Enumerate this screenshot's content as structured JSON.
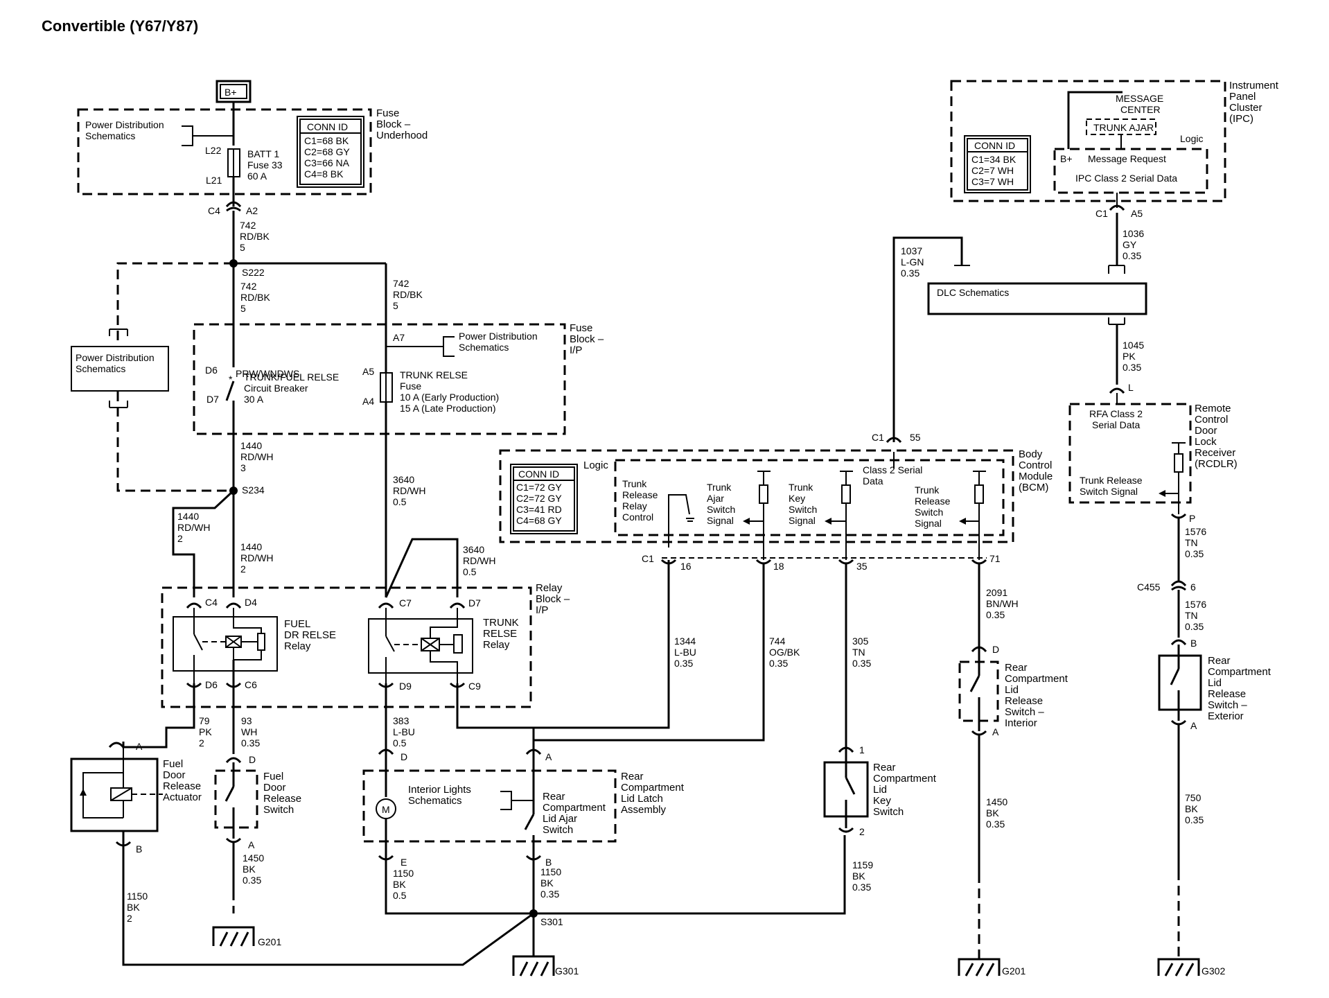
{
  "title": "Convertible (Y67/Y87)",
  "power": {
    "b_plus": "B+"
  },
  "fuse_block_underhood": {
    "label_lines": [
      "Fuse",
      "Block –",
      "Underhood"
    ],
    "ref_lines": [
      "Power Distribution",
      "Schematics"
    ],
    "pin_top": "L22",
    "pin_bottom": "L21",
    "fuse_lines": [
      "BATT 1",
      "Fuse 33",
      "60 A"
    ],
    "conn_title": "CONN ID",
    "conn_lines": [
      "C1=68 BK",
      "C2=68 GY",
      "C3=66 NA",
      "C4=8 BK"
    ],
    "out_left": "C4",
    "out_right": "A2"
  },
  "wire_742_a": [
    "742",
    "RD/BK",
    "5"
  ],
  "splice_s222": "S222",
  "wire_742_b": [
    "742",
    "RD/BK",
    "5"
  ],
  "wire_742_c": [
    "742",
    "RD/BK",
    "5"
  ],
  "pds_side": [
    "Power Distribution",
    "Schematics"
  ],
  "fuse_block_ip": {
    "label_lines": [
      "Fuse",
      "Block –",
      "I/P"
    ],
    "pin_d6": "D6",
    "pin_d7": "D7",
    "cb_lines": [
      "PRW/WNDWS",
      "TRUNK/FUEL RELSE",
      "Circuit Breaker",
      "30 A"
    ],
    "pin_a7": "A7",
    "pin_a5": "A5",
    "pin_a4": "A4",
    "ref_lines": [
      "Power Distribution",
      "Schematics"
    ],
    "fuse_lines": [
      "TRUNK RELSE",
      "Fuse",
      "10 A (Early Production)",
      "15 A (Late Production)"
    ]
  },
  "wire_1440_a": [
    "1440",
    "RD/WH",
    "3"
  ],
  "splice_s234": "S234",
  "wire_1440_b": [
    "1440",
    "RD/WH",
    "2"
  ],
  "wire_1440_c": [
    "1440",
    "RD/WH",
    "2"
  ],
  "wire_3640_a": [
    "3640",
    "RD/WH",
    "0.5"
  ],
  "wire_3640_b": [
    "3640",
    "RD/WH",
    "0.5"
  ],
  "relay_block": {
    "label_lines": [
      "Relay",
      "Block –",
      "I/P"
    ],
    "fuel_relay_lines": [
      "FUEL",
      "DR RELSE",
      "Relay"
    ],
    "trunk_relay_lines": [
      "TRUNK",
      "RELSE",
      "Relay"
    ],
    "pins": {
      "c4": "C4",
      "d4": "D4",
      "d6": "D6",
      "c6": "C6",
      "c7": "C7",
      "d7": "D7",
      "d9": "D9",
      "c9": "C9"
    }
  },
  "wire_79": [
    "79",
    "PK",
    "2"
  ],
  "wire_93": [
    "93",
    "WH",
    "0.35"
  ],
  "wire_383": [
    "383",
    "L-BU",
    "0.5"
  ],
  "fuel_actuator": {
    "lines": [
      "Fuel",
      "Door",
      "Release",
      "Actuator"
    ],
    "pin_a": "A",
    "pin_b": "B"
  },
  "fuel_switch": {
    "lines": [
      "Fuel",
      "Door",
      "Release",
      "Switch"
    ],
    "pin_d": "D",
    "pin_a": "A"
  },
  "wire_1450_a": [
    "1450",
    "BK",
    "0.35"
  ],
  "wire_1150_a": [
    "1150",
    "BK",
    "2"
  ],
  "ground_g201_a": "G201",
  "latch_assembly": {
    "label_lines": [
      "Rear",
      "Compartment",
      "Lid Latch",
      "Assembly"
    ],
    "interior_lines": [
      "Interior Lights",
      "Schematics"
    ],
    "motor": "M",
    "switch_lines": [
      "Rear",
      "Compartment",
      "Lid Ajar",
      "Switch"
    ],
    "pin_d": "D",
    "pin_a": "A",
    "pin_e": "E",
    "pin_b": "B"
  },
  "wire_1150_b": [
    "1150",
    "BK",
    "0.5"
  ],
  "wire_1150_c": [
    "1150",
    "BK",
    "0.35"
  ],
  "splice_s301": "S301",
  "ground_g301": "G301",
  "bcm": {
    "label_lines": [
      "Body",
      "Control",
      "Module",
      "(BCM)"
    ],
    "logic": "Logic",
    "conn_title": "CONN ID",
    "conn_lines": [
      "C1=72 GY",
      "C2=72 GY",
      "C3=41 RD",
      "C4=68 GY"
    ],
    "relay_ctrl_lines": [
      "Trunk",
      "Release",
      "Relay",
      "Control"
    ],
    "ajar_lines": [
      "Trunk",
      "Ajar",
      "Switch",
      "Signal"
    ],
    "key_lines": [
      "Trunk",
      "Key",
      "Switch",
      "Signal"
    ],
    "serial_lines": [
      "Class 2 Serial",
      "Data"
    ],
    "release_lines": [
      "Trunk",
      "Release",
      "Switch",
      "Signal"
    ],
    "pin_c1": "C1",
    "pin_55": "55",
    "pin_c1_bottom": "C1",
    "pin_16": "16",
    "pin_18": "18",
    "pin_35": "35",
    "pin_71": "71"
  },
  "wire_1344": [
    "1344",
    "L-BU",
    "0.35"
  ],
  "wire_744": [
    "744",
    "OG/BK",
    "0.35"
  ],
  "wire_305": [
    "305",
    "TN",
    "0.35"
  ],
  "wire_2091": [
    "2091",
    "BN/WH",
    "0.35"
  ],
  "key_switch": {
    "lines": [
      "Rear",
      "Compartment",
      "Lid",
      "Key",
      "Switch"
    ],
    "pin_1": "1",
    "pin_2": "2"
  },
  "wire_1159": [
    "1159",
    "BK",
    "0.35"
  ],
  "int_switch": {
    "lines": [
      "Rear",
      "Compartment",
      "Lid",
      "Release",
      "Switch –",
      "Interior"
    ],
    "pin_d": "D",
    "pin_a": "A"
  },
  "wire_1450_b": [
    "1450",
    "BK",
    "0.35"
  ],
  "ground_g201_b": "G201",
  "wire_1037": [
    "1037",
    "L-GN",
    "0.35"
  ],
  "dlc": "DLC Schematics",
  "ipc": {
    "label_lines": [
      "Instrument",
      "Panel",
      "Cluster",
      "(IPC)"
    ],
    "msg_center": [
      "MESSAGE",
      "CENTER"
    ],
    "trunk_ajar": "TRUNK AJAR",
    "logic": "Logic",
    "b_plus": "B+",
    "msg_request": "Message Request",
    "serial": "IPC Class 2 Serial Data",
    "conn_title": "CONN ID",
    "conn_lines": [
      "C1=34 BK",
      "C2=7 WH",
      "C3=7 WH"
    ],
    "pin_c1": "C1",
    "pin_a5": "A5"
  },
  "wire_1036": [
    "1036",
    "GY",
    "0.35"
  ],
  "wire_1045": [
    "1045",
    "PK",
    "0.35"
  ],
  "rcdlr": {
    "label_lines": [
      "Remote",
      "Control",
      "Door",
      "Lock",
      "Receiver",
      "(RCDLR)"
    ],
    "rfa_lines": [
      "RFA Class 2",
      "Serial Data"
    ],
    "signal_lines": [
      "Trunk Release",
      "Switch Signal"
    ],
    "pin_l": "L",
    "pin_p": "P"
  },
  "wire_1576_a": [
    "1576",
    "TN",
    "0.35"
  ],
  "c455": {
    "name": "C455",
    "pin": "6"
  },
  "wire_1576_b": [
    "1576",
    "TN",
    "0.35"
  ],
  "ext_switch": {
    "lines": [
      "Rear",
      "Compartment",
      "Lid",
      "Release",
      "Switch –",
      "Exterior"
    ],
    "pin_b": "B",
    "pin_a": "A"
  },
  "wire_750": [
    "750",
    "BK",
    "0.35"
  ],
  "ground_g302": "G302"
}
